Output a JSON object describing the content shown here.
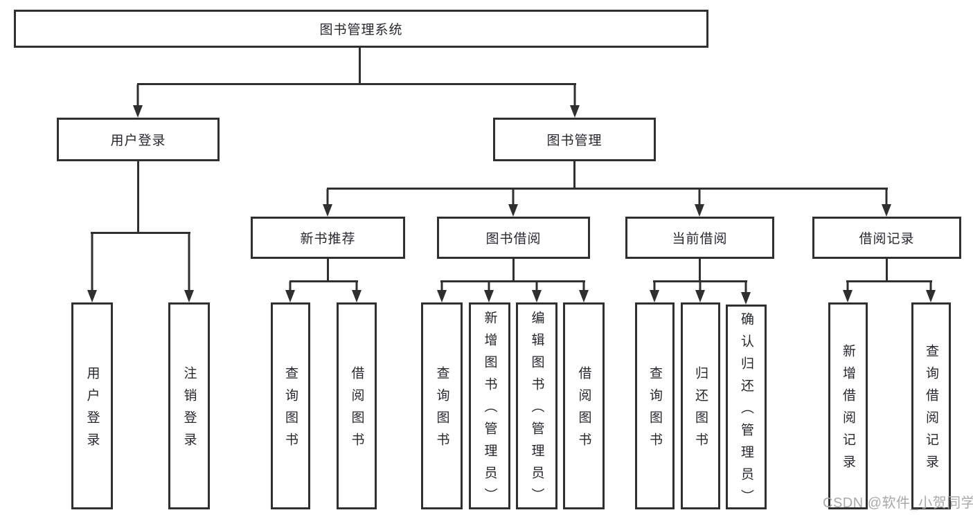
{
  "diagram_title": "图书管理系统",
  "tree": {
    "root": {
      "label": "图书管理系统"
    },
    "branches": [
      {
        "label": "用户登录",
        "leaves": [
          {
            "label": "用户登录"
          },
          {
            "label": "注销登录"
          }
        ]
      },
      {
        "label": "图书管理",
        "groups": [
          {
            "label": "新书推荐",
            "leaves": [
              {
                "label": "查询图书"
              },
              {
                "label": "借阅图书"
              }
            ]
          },
          {
            "label": "图书借阅",
            "leaves": [
              {
                "label": "查询图书"
              },
              {
                "label": "新增图书（管理员）"
              },
              {
                "label": "编辑图书（管理员）"
              },
              {
                "label": "借阅图书"
              }
            ]
          },
          {
            "label": "当前借阅",
            "leaves": [
              {
                "label": "查询图书"
              },
              {
                "label": "归还图书"
              },
              {
                "label": "确认归还（管理员）"
              }
            ]
          },
          {
            "label": "借阅记录",
            "leaves": [
              {
                "label": "新增借阅记录"
              },
              {
                "label": "查询借阅记录"
              }
            ]
          }
        ]
      }
    ]
  },
  "watermark": "CSDN @软件_小贺同学",
  "colors": {
    "line": "#2f2f2f",
    "box_border": "#2f2f2f",
    "text": "#26282c",
    "watermark": "#a9a9a9",
    "background": "#ffffff"
  }
}
